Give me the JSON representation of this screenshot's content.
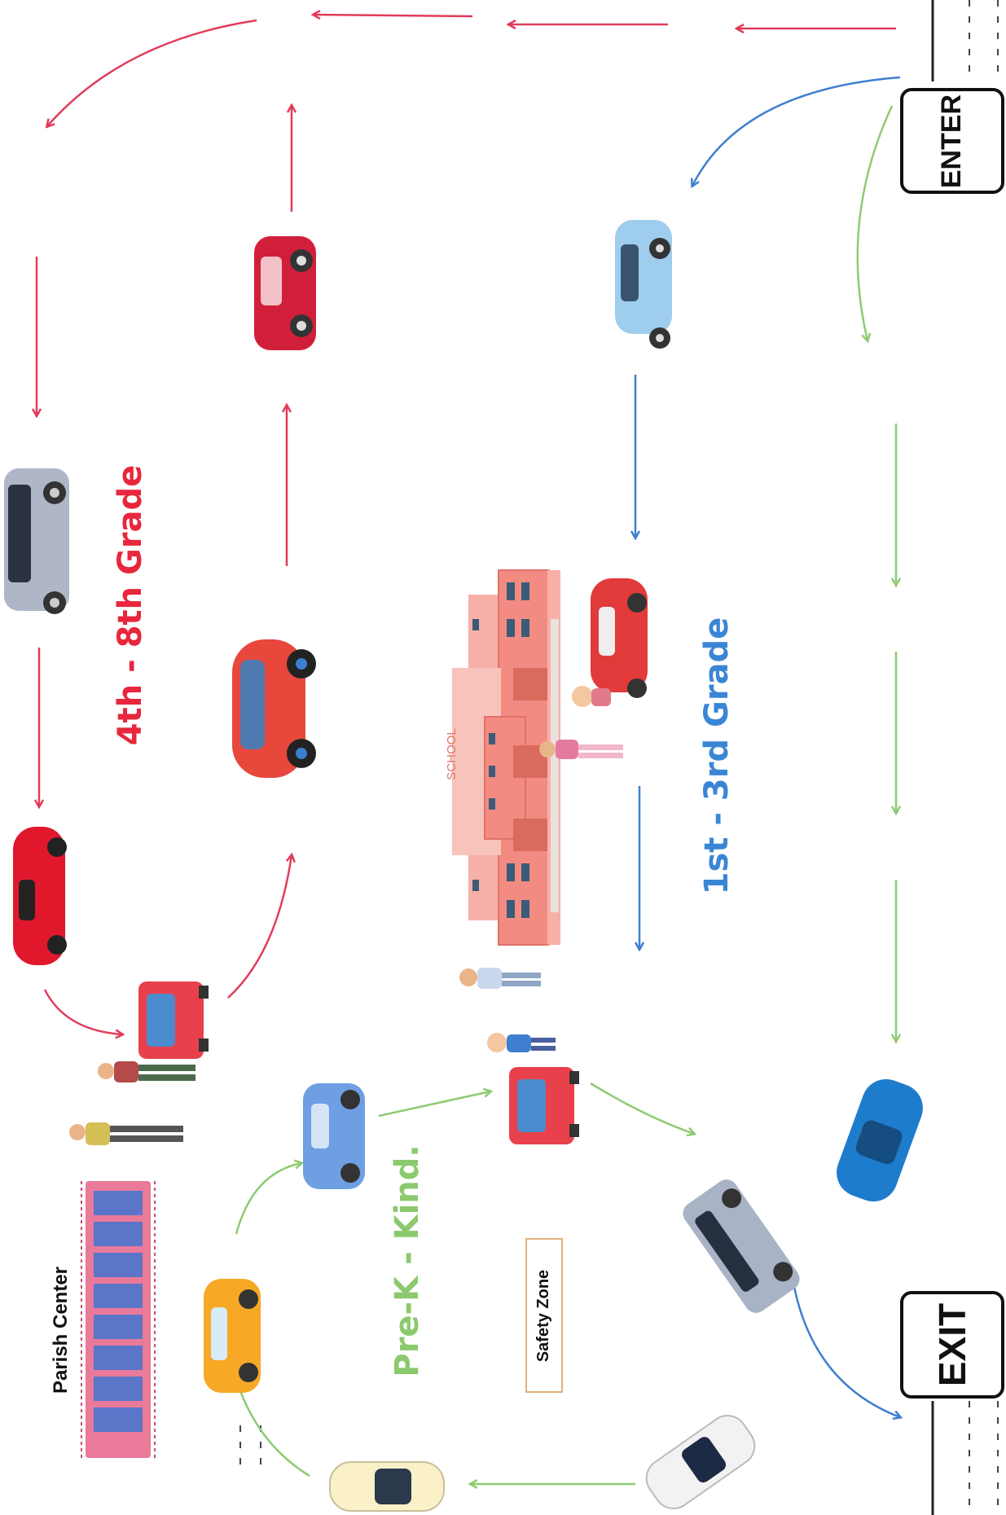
{
  "labels": {
    "enter": "ENTER",
    "exit": "EXIT",
    "school": "SCHOOL",
    "upper_grades": "4th - 8th Grade",
    "lower_grades": "1st  - 3rd Grade",
    "prek": "Pre-K - Kind.",
    "parish_center": "Parish Center",
    "safety_zone": "Safety Zone"
  },
  "colors": {
    "red_route": "#e23b5a",
    "blue_route": "#3f7fcf",
    "green_route": "#8ecb72",
    "upper_grades_text": "#e8263c",
    "lower_grades_text": "#3a86d4",
    "prek_text": "#8cc96e",
    "school_building": "#f28b82",
    "parish_building": "#e97a9a"
  }
}
